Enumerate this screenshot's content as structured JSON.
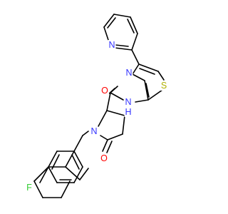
{
  "atoms": {
    "f": {
      "text": "F",
      "color": "#33cc33"
    },
    "n1": {
      "text": "N",
      "color": "#3333ff"
    },
    "o1": {
      "text": "O",
      "color": "#ff0000"
    },
    "o2": {
      "text": "O",
      "color": "#ff0000"
    },
    "nh": {
      "text": "N",
      "color": "#3333ff"
    },
    "h": {
      "text": "H",
      "color": "#3333ff"
    },
    "n3": {
      "text": "N",
      "color": "#3333ff"
    },
    "s": {
      "text": "S",
      "color": "#b2b200"
    },
    "n4": {
      "text": "N",
      "color": "#3333ff"
    }
  }
}
